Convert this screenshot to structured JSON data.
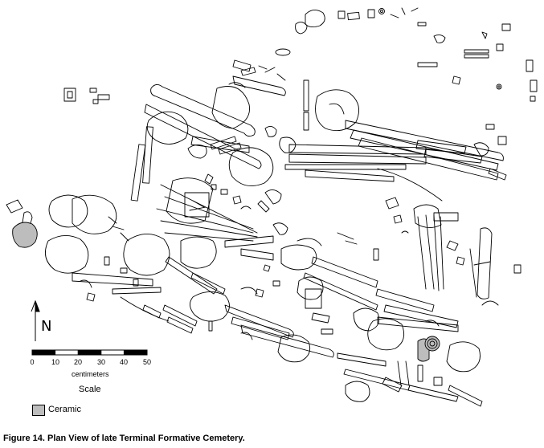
{
  "figure": {
    "caption": "Figure 14. Plan View of late Terminal Formative Cemetery."
  },
  "north_arrow": {
    "label": "N"
  },
  "scale_bar": {
    "ticks": [
      "0",
      "10",
      "20",
      "30",
      "40",
      "50"
    ],
    "unit": "centimeters",
    "title": "Scale"
  },
  "legend": {
    "items": [
      {
        "label": "Ceramic",
        "color": "#bdbdbd"
      }
    ]
  },
  "colors": {
    "line": "#000000",
    "ceramic_fill": "#bdbdbd",
    "background": "#ffffff"
  }
}
